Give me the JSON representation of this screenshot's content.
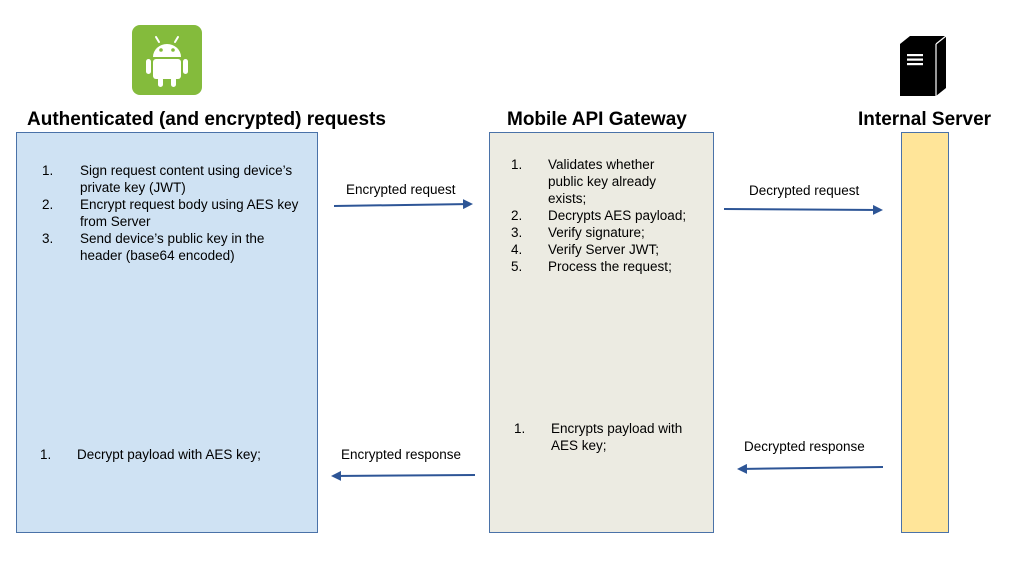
{
  "colors": {
    "client_panel": "#cfe2f3",
    "client_border": "#4a72a8",
    "gateway_panel": "#ecebe2",
    "gateway_border": "#4a72a8",
    "server_panel": "#ffe599",
    "server_border": "#4a72a8",
    "arrow": "#2d5596",
    "android_bg": "#84bb3c"
  },
  "icons": {
    "client": "android-icon",
    "server": "server-tower-icon"
  },
  "client": {
    "title": "Authenticated (and encrypted) requests",
    "request_steps": [
      {
        "num": "1.",
        "text": "Sign request content using device’s private key (JWT)"
      },
      {
        "num": "2.",
        "text": "Encrypt request body using AES key from Server"
      },
      {
        "num": "3.",
        "text": "Send device’s public key in the header (base64 encoded)"
      }
    ],
    "response_steps": [
      {
        "num": "1.",
        "text": "Decrypt payload with AES key;"
      }
    ]
  },
  "gateway": {
    "title": "Mobile API Gateway",
    "request_steps": [
      {
        "num": "1.",
        "text": "Validates whether public key already exists;"
      },
      {
        "num": "2.",
        "text": "Decrypts AES payload;"
      },
      {
        "num": "3.",
        "text": "Verify signature;"
      },
      {
        "num": "4.",
        "text": "Verify Server JWT;"
      },
      {
        "num": "5.",
        "text": "Process the request;"
      }
    ],
    "response_steps": [
      {
        "num": "1.",
        "text": "Encrypts payload with AES key;"
      }
    ]
  },
  "server": {
    "title": "Internal Server"
  },
  "arrows": {
    "encrypted_request": "Encrypted request",
    "decrypted_request": "Decrypted request",
    "decrypted_response": "Decrypted response",
    "encrypted_response": "Encrypted response"
  }
}
